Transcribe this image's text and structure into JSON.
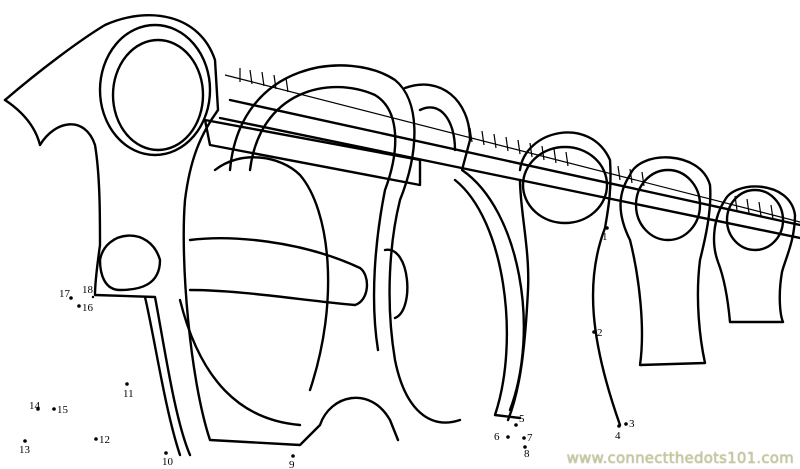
{
  "title": "Connect the dots drawing",
  "dots": [
    "1",
    "2",
    "3",
    "4",
    "5",
    "6",
    "7",
    "8",
    "9",
    "10",
    "11",
    "12",
    "13",
    "14",
    "15",
    "16",
    "17",
    "18"
  ],
  "watermark": "www.connectthedots101.com"
}
